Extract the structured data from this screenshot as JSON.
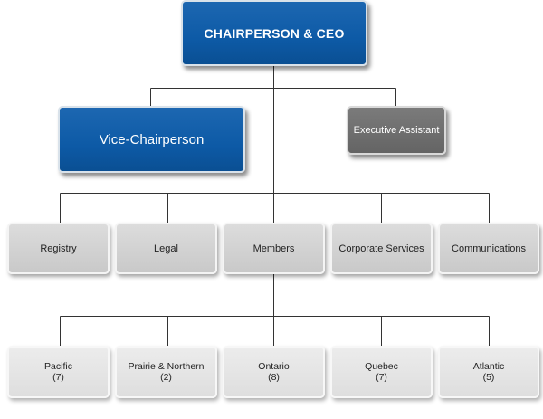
{
  "org": {
    "ceo": "CHAIRPERSON & CEO",
    "vice_chair": "Vice-Chairperson",
    "exec_assistant": "Executive Assistant",
    "departments": [
      "Registry",
      "Legal",
      "Members",
      "Corporate Services",
      "Communications"
    ],
    "regions": [
      {
        "name": "Pacific",
        "count": "(7)"
      },
      {
        "name": "Prairie & Northern",
        "count": "(2)"
      },
      {
        "name": "Ontario",
        "count": "(8)"
      },
      {
        "name": "Quebec",
        "count": "(7)"
      },
      {
        "name": "Atlantic",
        "count": "(5)"
      }
    ]
  },
  "colors": {
    "blue": "#0d5aa6",
    "dark_grey": "#6e6e6e",
    "grey": "#d2d2d2",
    "light_grey": "#e5e5e5",
    "connector": "#333333"
  }
}
